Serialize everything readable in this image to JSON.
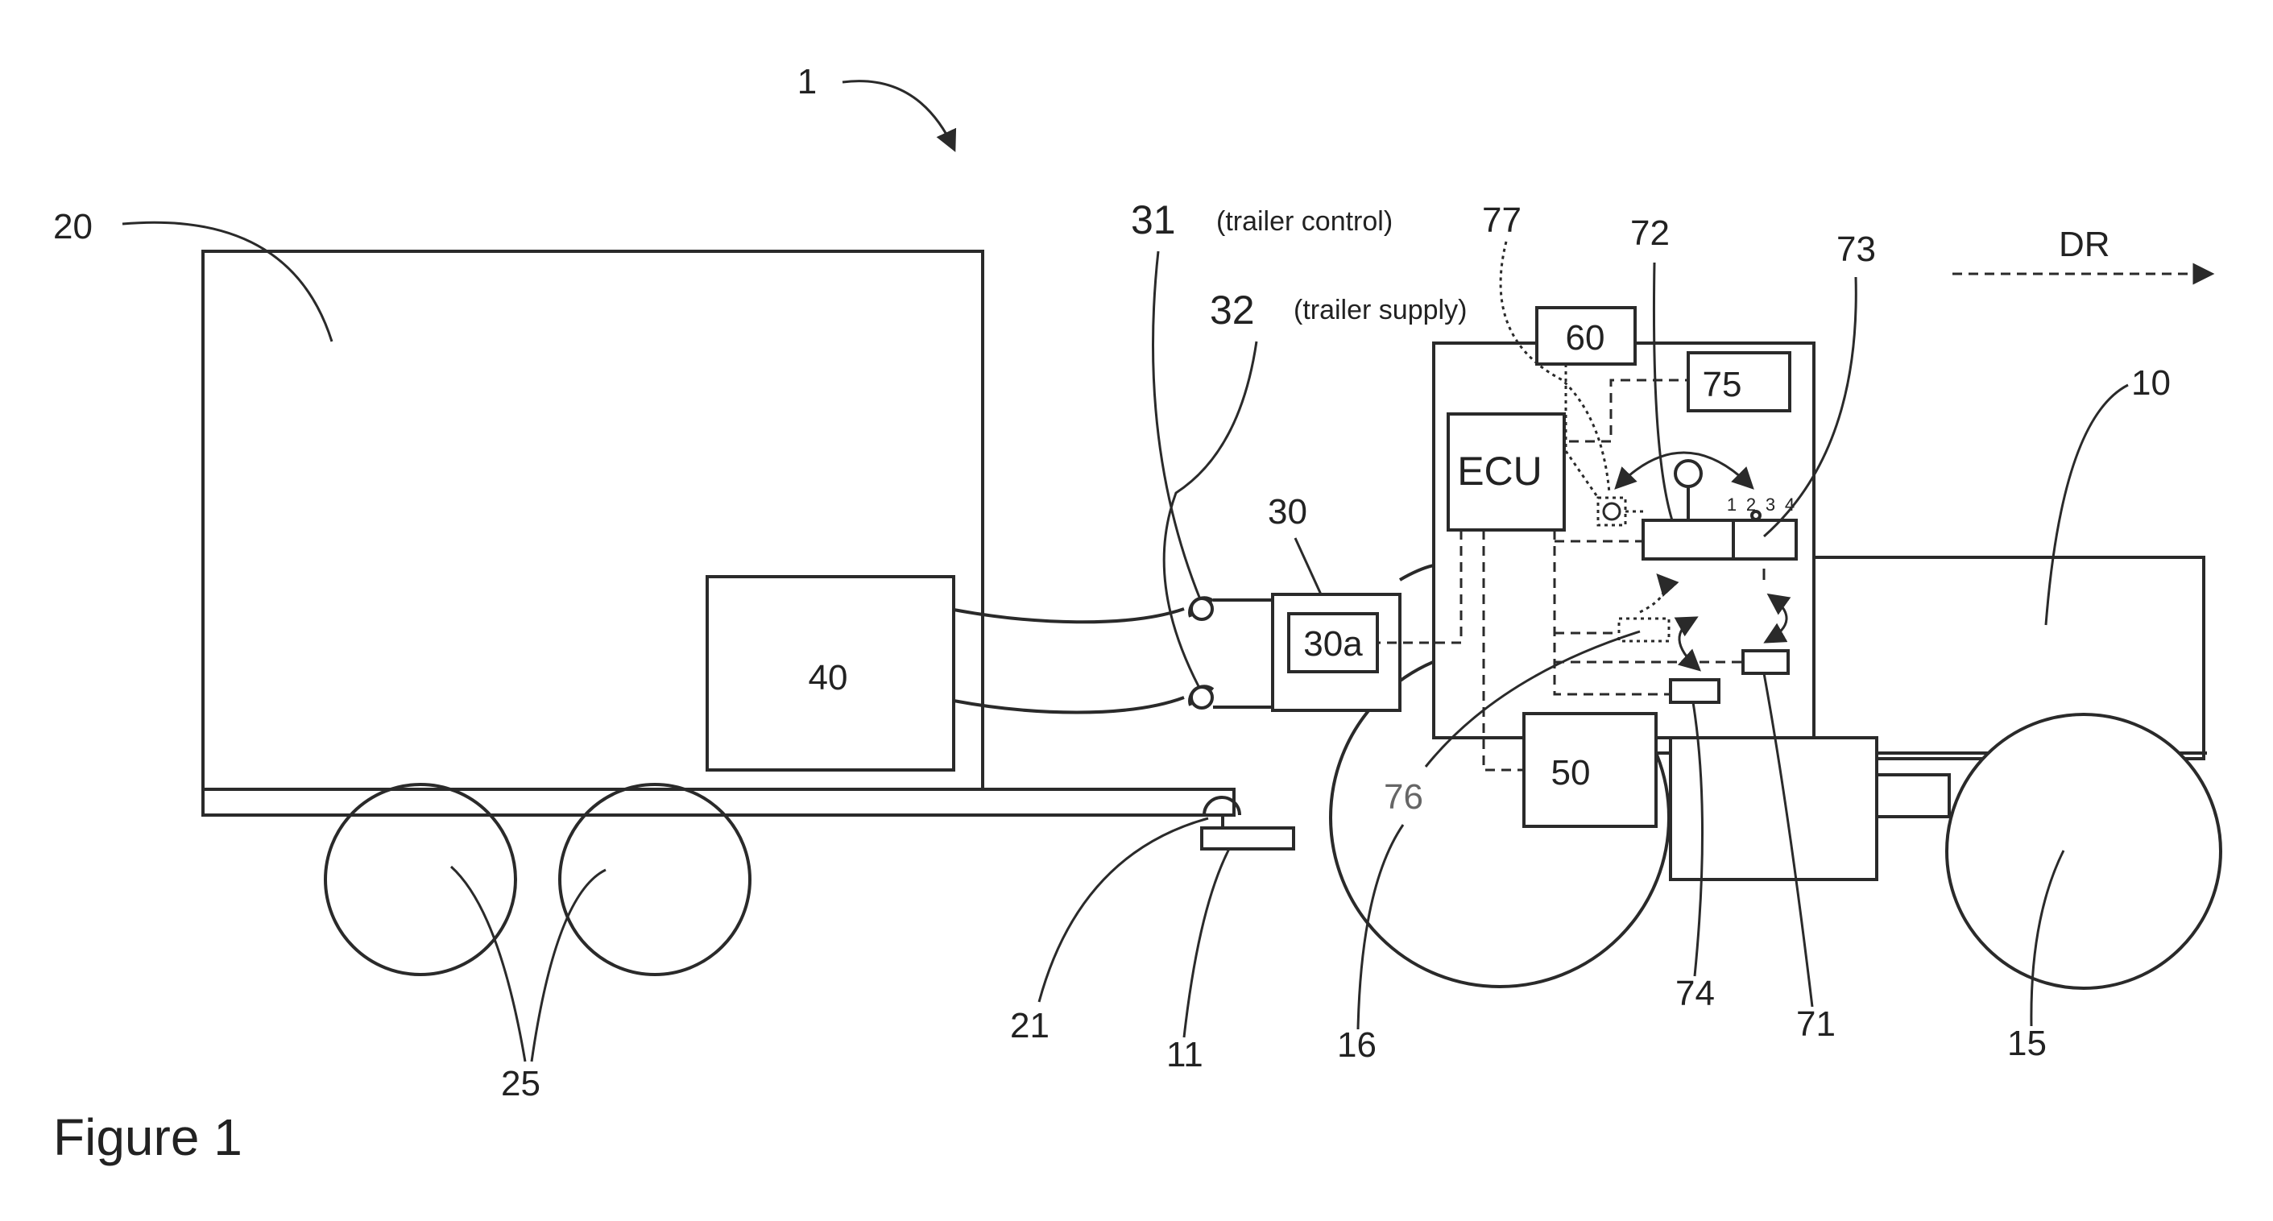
{
  "labels": {
    "ref_1": "1",
    "ref_20": "20",
    "ref_10": "10",
    "ref_11": "11",
    "ref_15": "15",
    "ref_16": "16",
    "ref_21": "21",
    "ref_25": "25",
    "ref_30": "30",
    "ref_31": "31",
    "ref_32": "32",
    "ref_71": "71",
    "ref_72": "72",
    "ref_73": "73",
    "ref_74": "74",
    "ref_76": "76",
    "ref_77": "77",
    "dr": "DR",
    "trailer_control": "(trailer control)",
    "trailer_supply": "(trailer supply)",
    "caption": "Figure 1"
  },
  "boxes": {
    "box_40": "40",
    "box_30a": "30a",
    "box_60": "60",
    "box_75": "75",
    "box_ecu": "ECU",
    "box_50": "50"
  },
  "lever_positions": [
    "1",
    "2",
    "3",
    "4"
  ],
  "colors": {
    "line": "#2a2a2a",
    "background": "#ffffff"
  }
}
